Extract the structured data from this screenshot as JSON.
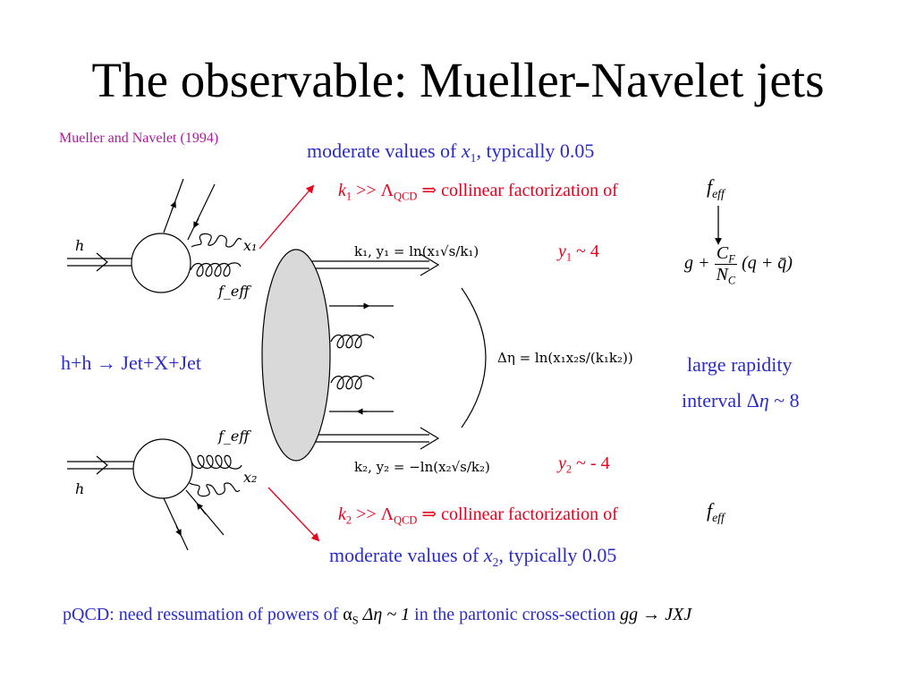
{
  "title": "The observable: Mueller-Navelet jets",
  "citation": "Mueller and Navelet (1994)",
  "top_note": {
    "prefix": "moderate values of ",
    "var": "x",
    "sub": "1",
    "suffix": ", typically 0.05"
  },
  "bottom_note": {
    "prefix": "moderate values of ",
    "var": "x",
    "sub": "2",
    "suffix": ", typically 0.05"
  },
  "top_condition": {
    "k": "k",
    "ksub": "1",
    "rel": " >> Λ",
    "lsub": "QCD",
    "implies": " ⇒ collinear factorization of ",
    "f": "f",
    "fsub": "eff"
  },
  "bottom_condition": {
    "k": "k",
    "ksub": "2",
    "rel": " >> Λ",
    "lsub": "QCD",
    "implies": " ⇒ collinear factorization of ",
    "f": "f",
    "fsub": "eff"
  },
  "y1": {
    "var": "y",
    "sub": "1",
    "val": " ~ 4"
  },
  "y2": {
    "var": "y",
    "sub": "2",
    "val": " ~ - 4"
  },
  "process": "h+h → Jet+X+Jet",
  "rapidity": {
    "line1": "large rapidity",
    "line2_prefix": "interval Δ",
    "eta": "η",
    "line2_suffix": " ~ 8"
  },
  "feff_formula": {
    "g": "g + ",
    "num": "C",
    "numsub": "F",
    "den": "N",
    "densub": "C",
    "rest": "(q + q̄)"
  },
  "footer": {
    "prefix": "pQCD: need ressumation of powers of ",
    "alpha": "α",
    "alphasub": "S",
    "mid": " Δη ~ 1",
    "mid2": " in the partonic cross-section ",
    "process": "gg → JXJ"
  },
  "diagram": {
    "h_top": "h",
    "h_bottom": "h",
    "x1": "x₁",
    "x2": "x₂",
    "feff_top": "f_eff",
    "feff_bottom": "f_eff",
    "eq_k1": "k₁,  y₁ = ln(x₁√s/k₁)",
    "eq_k2": "k₂,  y₂ = −ln(x₂√s/k₂)",
    "eq_deta": "Δη = ln(x₁x₂s/(k₁k₂))"
  }
}
